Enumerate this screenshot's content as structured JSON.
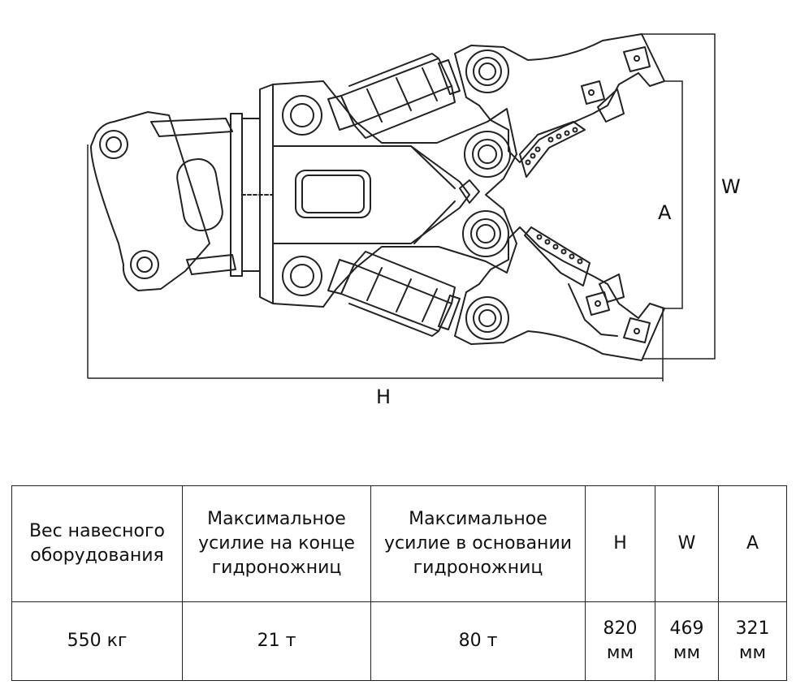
{
  "drawing": {
    "labels": {
      "h": "H",
      "w": "W",
      "a": "A"
    }
  },
  "table": {
    "headers": [
      "Вес навесного оборудования",
      "Максимальное усилие на конце гидроножниц",
      "Максимальное усилие в основании гидроножниц",
      "H",
      "W",
      "A"
    ],
    "row": [
      "550 кг",
      "21 т",
      "80 т",
      "820\nмм",
      "469\nмм",
      "321\nмм"
    ]
  }
}
